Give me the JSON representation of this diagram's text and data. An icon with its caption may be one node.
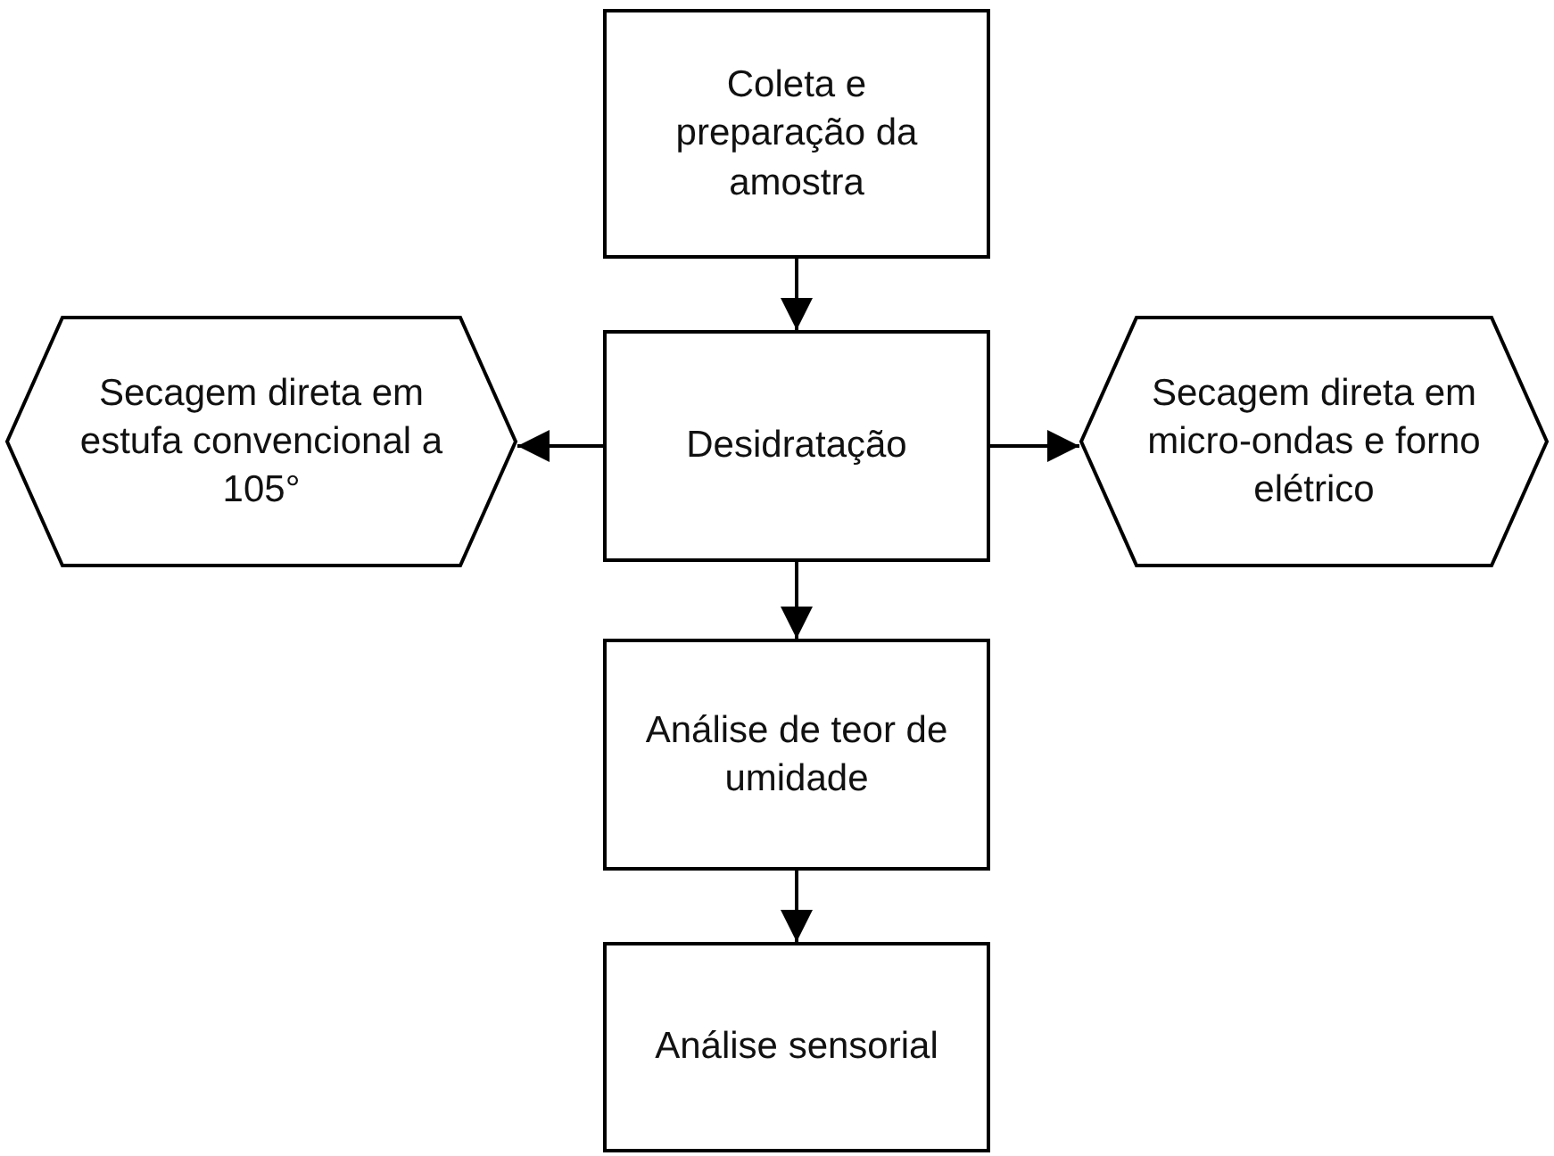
{
  "diagram": {
    "nodes": [
      {
        "text": [
          "Coleta e preparação da amostra"
        ]
      },
      {
        "text": [
          "Desidratação"
        ]
      },
      {
        "text": [
          "Secagem direta em estufa convencional a 105°"
        ]
      },
      {
        "text": [
          "Secagem direta em micro-ondas e forno elétrico"
        ]
      },
      {
        "text": [
          "Análise de teor de umidade"
        ]
      },
      {
        "text": [
          "Análise sensorial"
        ]
      }
    ],
    "edges": [
      {
        "from": 0,
        "to": 1,
        "arrow": "to"
      },
      {
        "from": 1,
        "to": 2,
        "arrow": "to"
      },
      {
        "from": 1,
        "to": 3,
        "arrow": "to"
      },
      {
        "from": 1,
        "to": 4,
        "arrow": "to"
      },
      {
        "from": 4,
        "to": 5,
        "arrow": "to"
      }
    ]
  }
}
